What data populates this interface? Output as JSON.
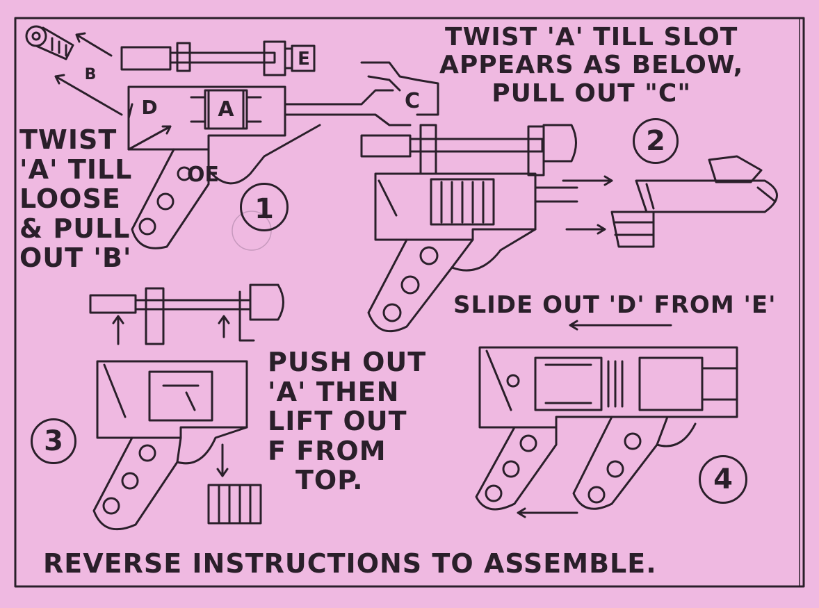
{
  "step1": {
    "number": "1",
    "caption": [
      "TWIST",
      "'A' TILL",
      "LOOSE",
      "& PULL",
      "OUT 'B'"
    ],
    "parts": {
      "a": "A",
      "b": "B",
      "d": "D",
      "e_label": "OE"
    }
  },
  "step2": {
    "number": "2",
    "caption": [
      "TWIST 'A' TILL SLOT",
      "APPEARS AS BELOW,",
      "PULL OUT \"C\""
    ],
    "parts": {
      "c": "C",
      "e": "E"
    }
  },
  "step3": {
    "number": "3",
    "caption": [
      "PUSH OUT",
      "'A' THEN",
      "LIFT OUT",
      "F  FROM",
      "TOP."
    ]
  },
  "step4": {
    "number": "4",
    "caption": "SLIDE OUT 'D' FROM 'E'"
  },
  "footer": "REVERSE INSTRUCTIONS TO ASSEMBLE.",
  "colors": {
    "paper": "#efb9e1",
    "ink": "#2a1f2a"
  }
}
